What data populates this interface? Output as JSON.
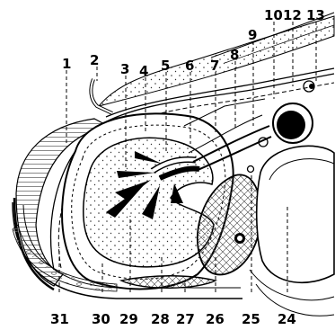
{
  "figure": {
    "labels": {
      "l1": "1",
      "l2": "2",
      "l3": "3",
      "l4": "4",
      "l5": "5",
      "l6": "6",
      "l7": "7",
      "l8": "8",
      "l9": "9",
      "l10": "10",
      "l12": "12",
      "l13": "13",
      "l24": "24",
      "l25": "25",
      "l26": "26",
      "l27": "27",
      "l28": "28",
      "l29": "29",
      "l30": "30",
      "l31": "31"
    }
  }
}
